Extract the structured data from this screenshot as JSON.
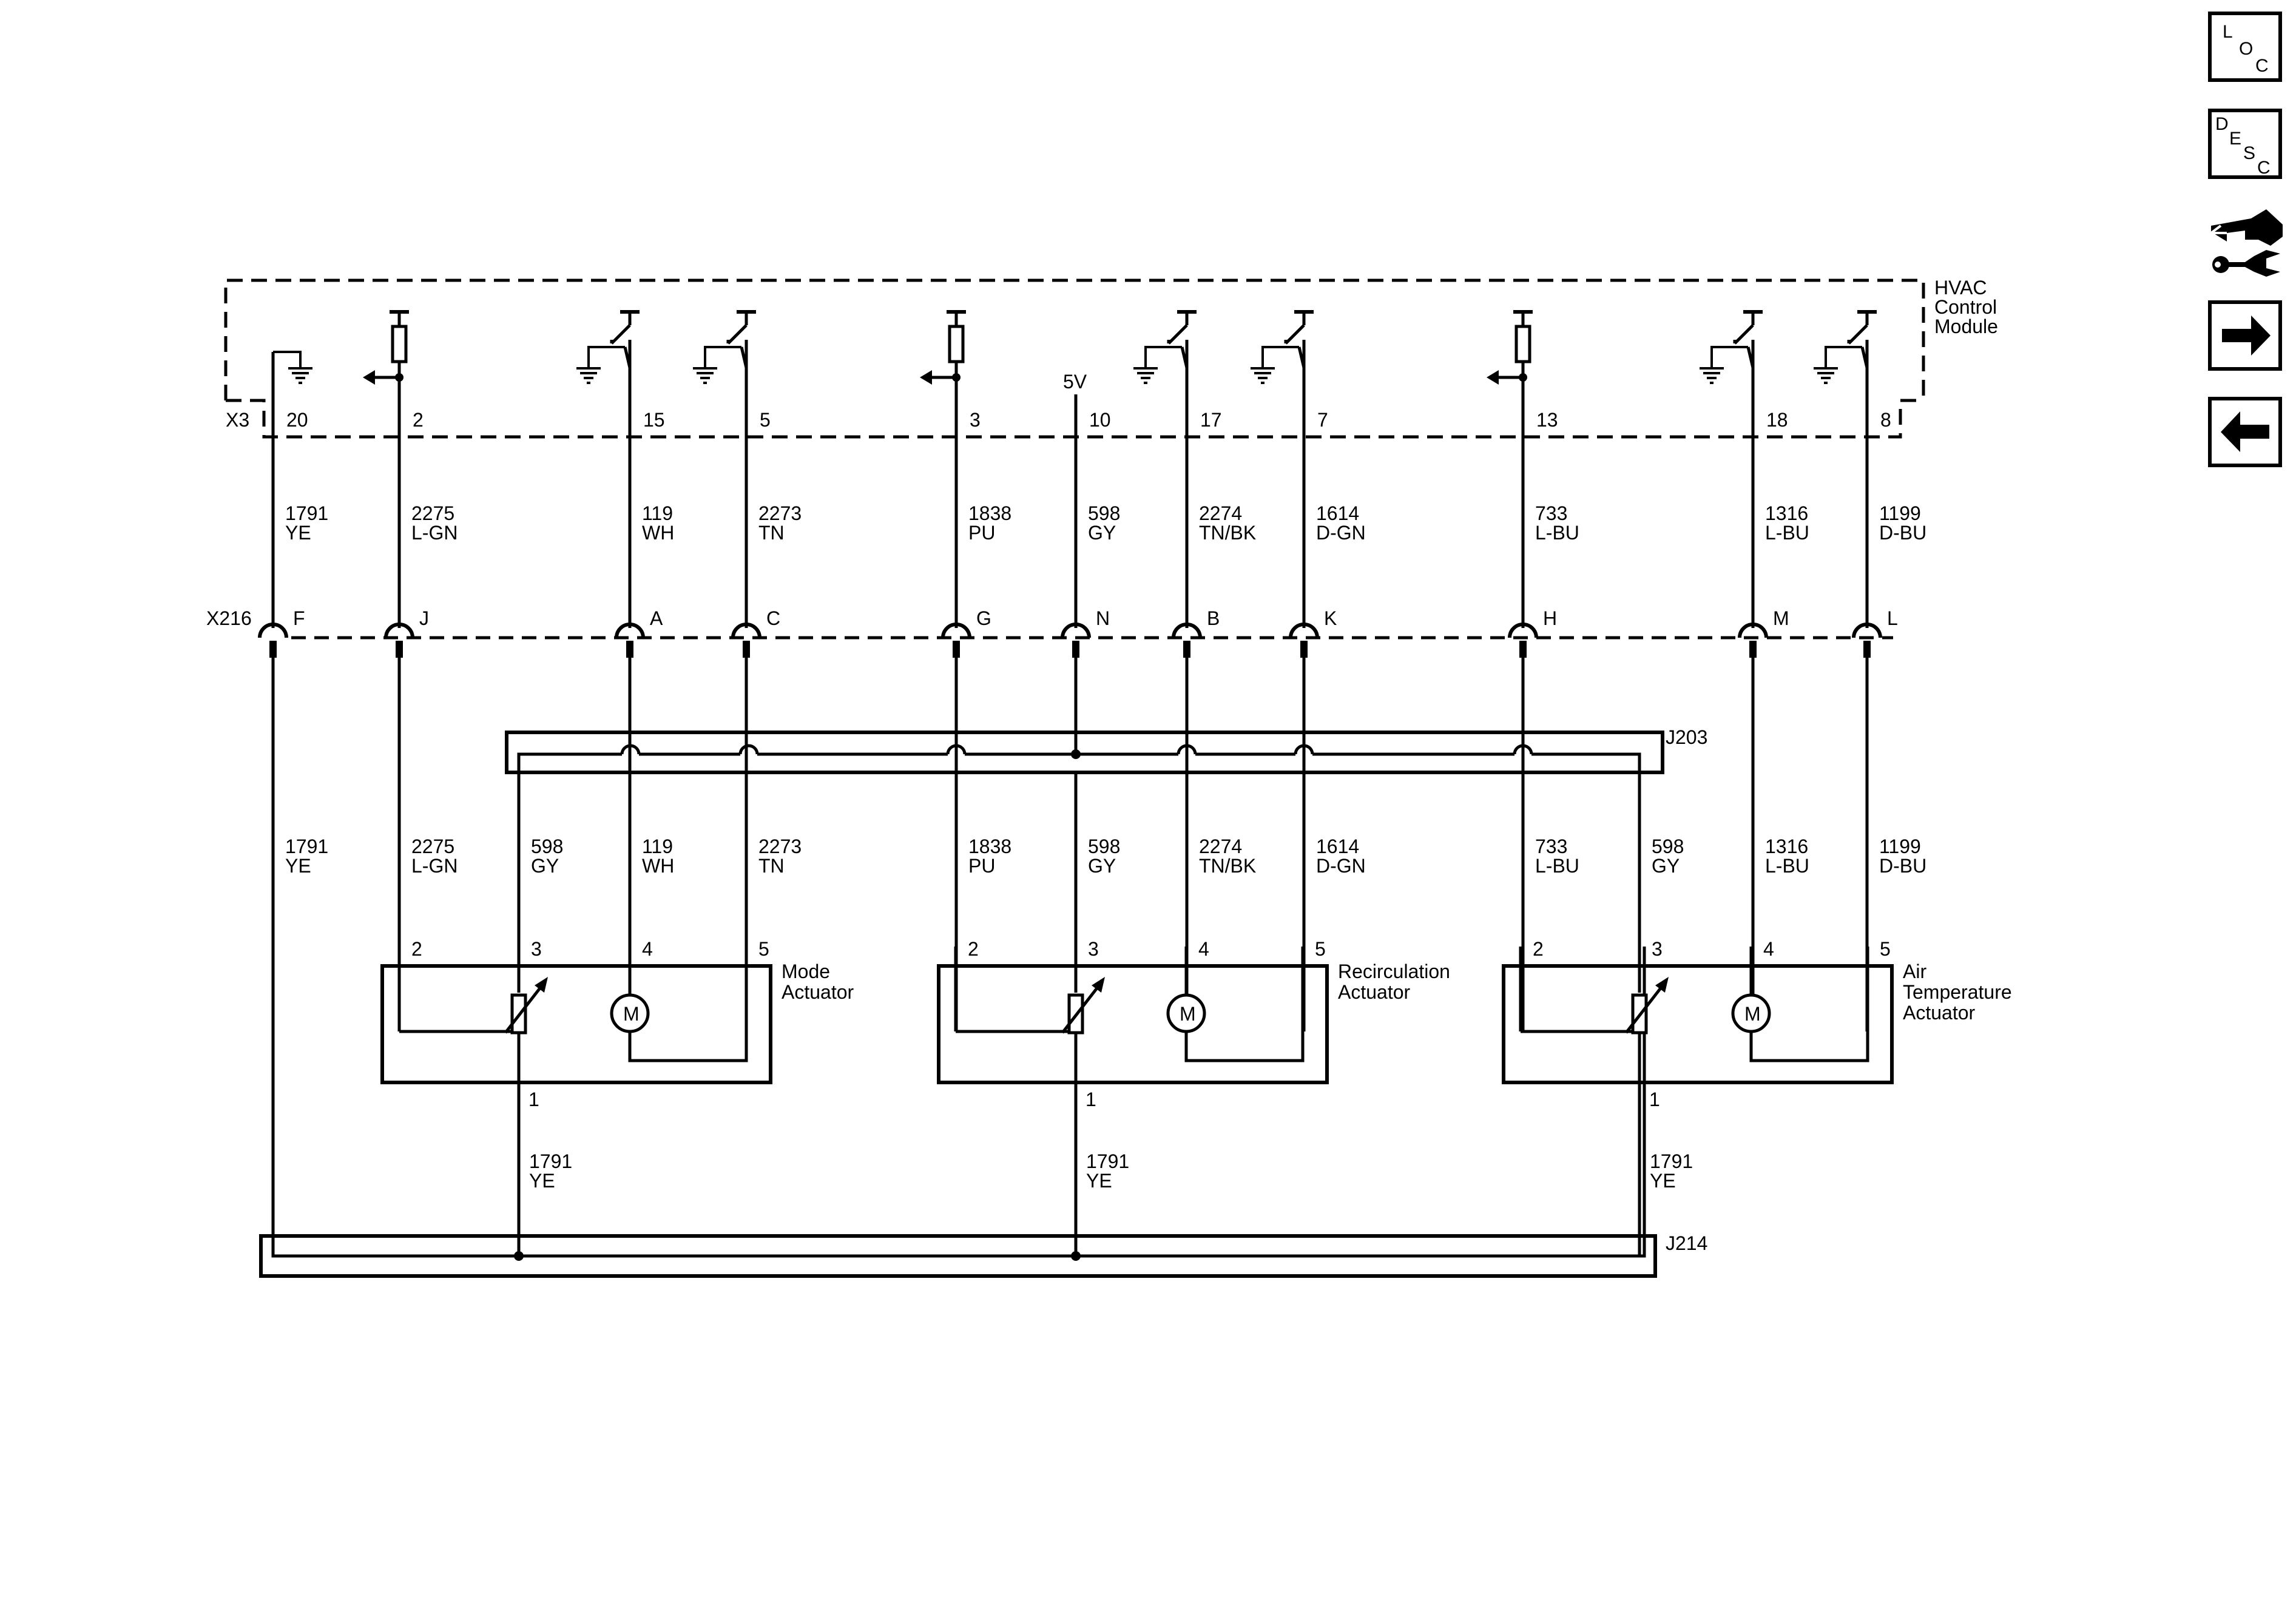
{
  "module": {
    "name_lines": [
      "HVAC",
      "Control",
      "Module"
    ],
    "connector": "X3",
    "supply": "5V"
  },
  "inline_connector": "X216",
  "splices": {
    "upper": "J203",
    "lower": "J214"
  },
  "nav": {
    "loc": {
      "letters": [
        "L",
        "O",
        "C"
      ],
      "icon": "location-icon"
    },
    "desc": {
      "letters": [
        "D",
        "E",
        "S",
        "C"
      ],
      "icon": "description-icon"
    },
    "service": {
      "icon": "wrench-service-icon"
    },
    "next": {
      "icon": "arrow-right-icon"
    },
    "prev": {
      "icon": "arrow-left-icon"
    }
  },
  "circuits": [
    {
      "id": "c20",
      "x3_pin": "20",
      "x216_pin": "F",
      "circuit": "1791",
      "color": "YE",
      "type": "ground"
    },
    {
      "id": "c2",
      "x3_pin": "2",
      "x216_pin": "J",
      "circuit": "2275",
      "color": "L-GN",
      "type": "signal"
    },
    {
      "id": "c15",
      "x3_pin": "15",
      "x216_pin": "A",
      "circuit": "119",
      "color": "WH",
      "type": "switch"
    },
    {
      "id": "c5",
      "x3_pin": "5",
      "x216_pin": "C",
      "circuit": "2273",
      "color": "TN",
      "type": "switch"
    },
    {
      "id": "c3",
      "x3_pin": "3",
      "x216_pin": "G",
      "circuit": "1838",
      "color": "PU",
      "type": "signal"
    },
    {
      "id": "c10",
      "x3_pin": "10",
      "x216_pin": "N",
      "circuit": "598",
      "color": "GY",
      "type": "supply"
    },
    {
      "id": "c17",
      "x3_pin": "17",
      "x216_pin": "B",
      "circuit": "2274",
      "color": "TN/BK",
      "type": "switch"
    },
    {
      "id": "c7",
      "x3_pin": "7",
      "x216_pin": "K",
      "circuit": "1614",
      "color": "D-GN",
      "type": "switch"
    },
    {
      "id": "c13",
      "x3_pin": "13",
      "x216_pin": "H",
      "circuit": "733",
      "color": "L-BU",
      "type": "signal"
    },
    {
      "id": "c18",
      "x3_pin": "18",
      "x216_pin": "M",
      "circuit": "1316",
      "color": "L-BU",
      "type": "switch"
    },
    {
      "id": "c8",
      "x3_pin": "8",
      "x216_pin": "L",
      "circuit": "1199",
      "color": "D-BU",
      "type": "switch"
    }
  ],
  "actuators": [
    {
      "id": "mode",
      "name_lines": [
        "Mode",
        "Actuator"
      ],
      "pins": [
        "2",
        "3",
        "4",
        "5"
      ],
      "ground_pin": "1",
      "supply_circuit": "598",
      "supply_color": "GY",
      "ground_circuit": "1791",
      "ground_color": "YE",
      "motor": "M"
    },
    {
      "id": "recirc",
      "name_lines": [
        "Recirculation",
        "Actuator"
      ],
      "pins": [
        "2",
        "3",
        "4",
        "5"
      ],
      "ground_pin": "1",
      "supply_circuit": "598",
      "supply_color": "GY",
      "ground_circuit": "1791",
      "ground_color": "YE",
      "motor": "M"
    },
    {
      "id": "airtemp",
      "name_lines": [
        "Air",
        "Temperature",
        "Actuator"
      ],
      "pins": [
        "2",
        "3",
        "4",
        "5"
      ],
      "ground_pin": "1",
      "supply_circuit": "598",
      "supply_color": "GY",
      "ground_circuit": "1791",
      "ground_color": "YE",
      "motor": "M"
    }
  ]
}
